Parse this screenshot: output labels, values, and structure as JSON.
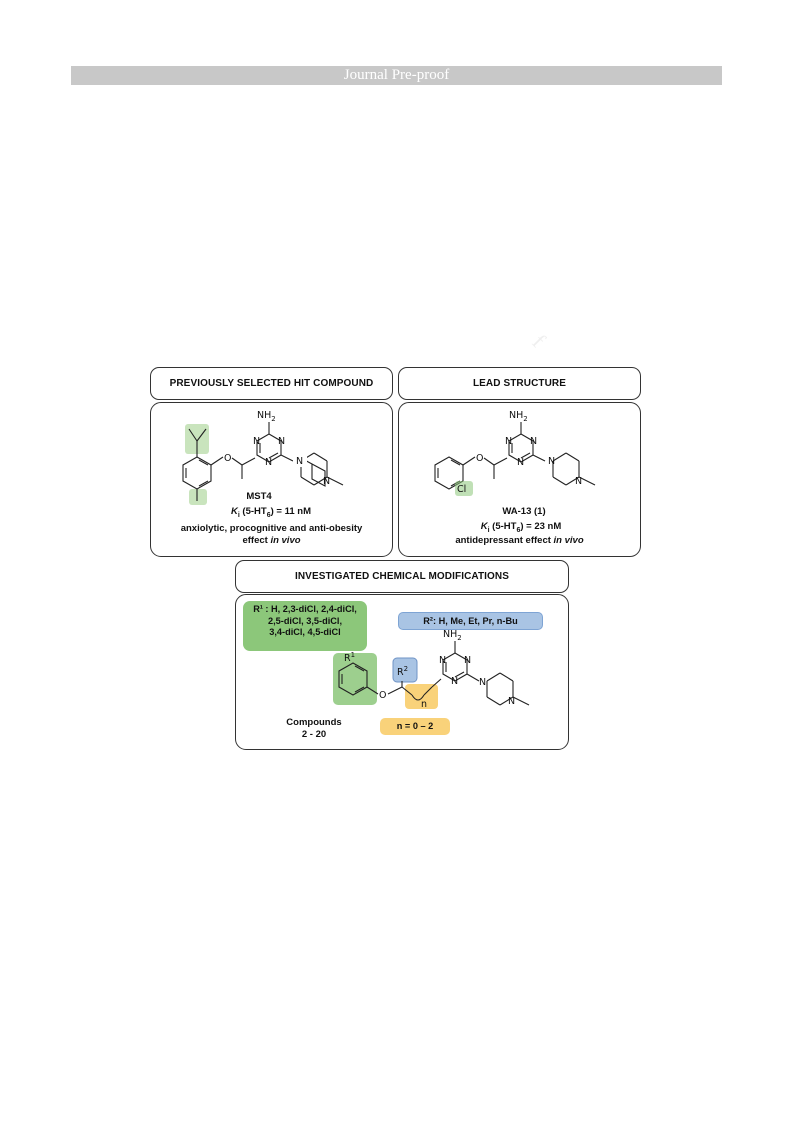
{
  "banner": {
    "text": "Journal Pre-proof"
  },
  "figure": {
    "left_header": "PREVIOUSLY SELECTED HIT COMPOUND",
    "right_header": "LEAD STRUCTURE",
    "bottom_header": "INVESTIGATED CHEMICAL MODIFICATIONS",
    "left": {
      "name": "MST4",
      "ki_prefix": "K",
      "ki_sub": "i",
      "ki_mid": " (5-HT",
      "ki_sub2": "6",
      "ki_value": ") = 11 nM",
      "effect_line1": "anxiolytic, procognitive and anti-obesity",
      "effect_line2_a": "effect ",
      "effect_line2_b": "in vivo"
    },
    "right": {
      "name": "WA-13 (1)",
      "ki_prefix": "K",
      "ki_sub": "i",
      "ki_mid": " (5-HT",
      "ki_sub2": "6",
      "ki_value": ") = 23 nM",
      "effect_a": "antidepressant effect ",
      "effect_b": "in vivo"
    },
    "bottom": {
      "r1_line1": "R¹ : H, 2,3-diCl, 2,4-diCl,",
      "r1_line2": "2,5-diCl, 3,5-diCl,",
      "r1_line3": "3,4-diCl, 4,5-diCl",
      "r2_text": "R²: H, Me, Et, Pr, n-Bu",
      "n_text": "n = 0 – 2",
      "compounds_line1": "Compounds",
      "compounds_line2": "2 - 20"
    },
    "atoms": {
      "nh2": "NH",
      "nh2_sub": "2",
      "n": "N",
      "o": "O",
      "cl": "Cl",
      "r1": "R",
      "r1_sup": "1",
      "r2": "R",
      "r2_sup": "2",
      "n_index": "n"
    },
    "colors": {
      "green": "#8cc77a",
      "green_light": "#c9e4bd",
      "blue": "#a9c4e4",
      "yellow": "#f9d27a"
    }
  }
}
